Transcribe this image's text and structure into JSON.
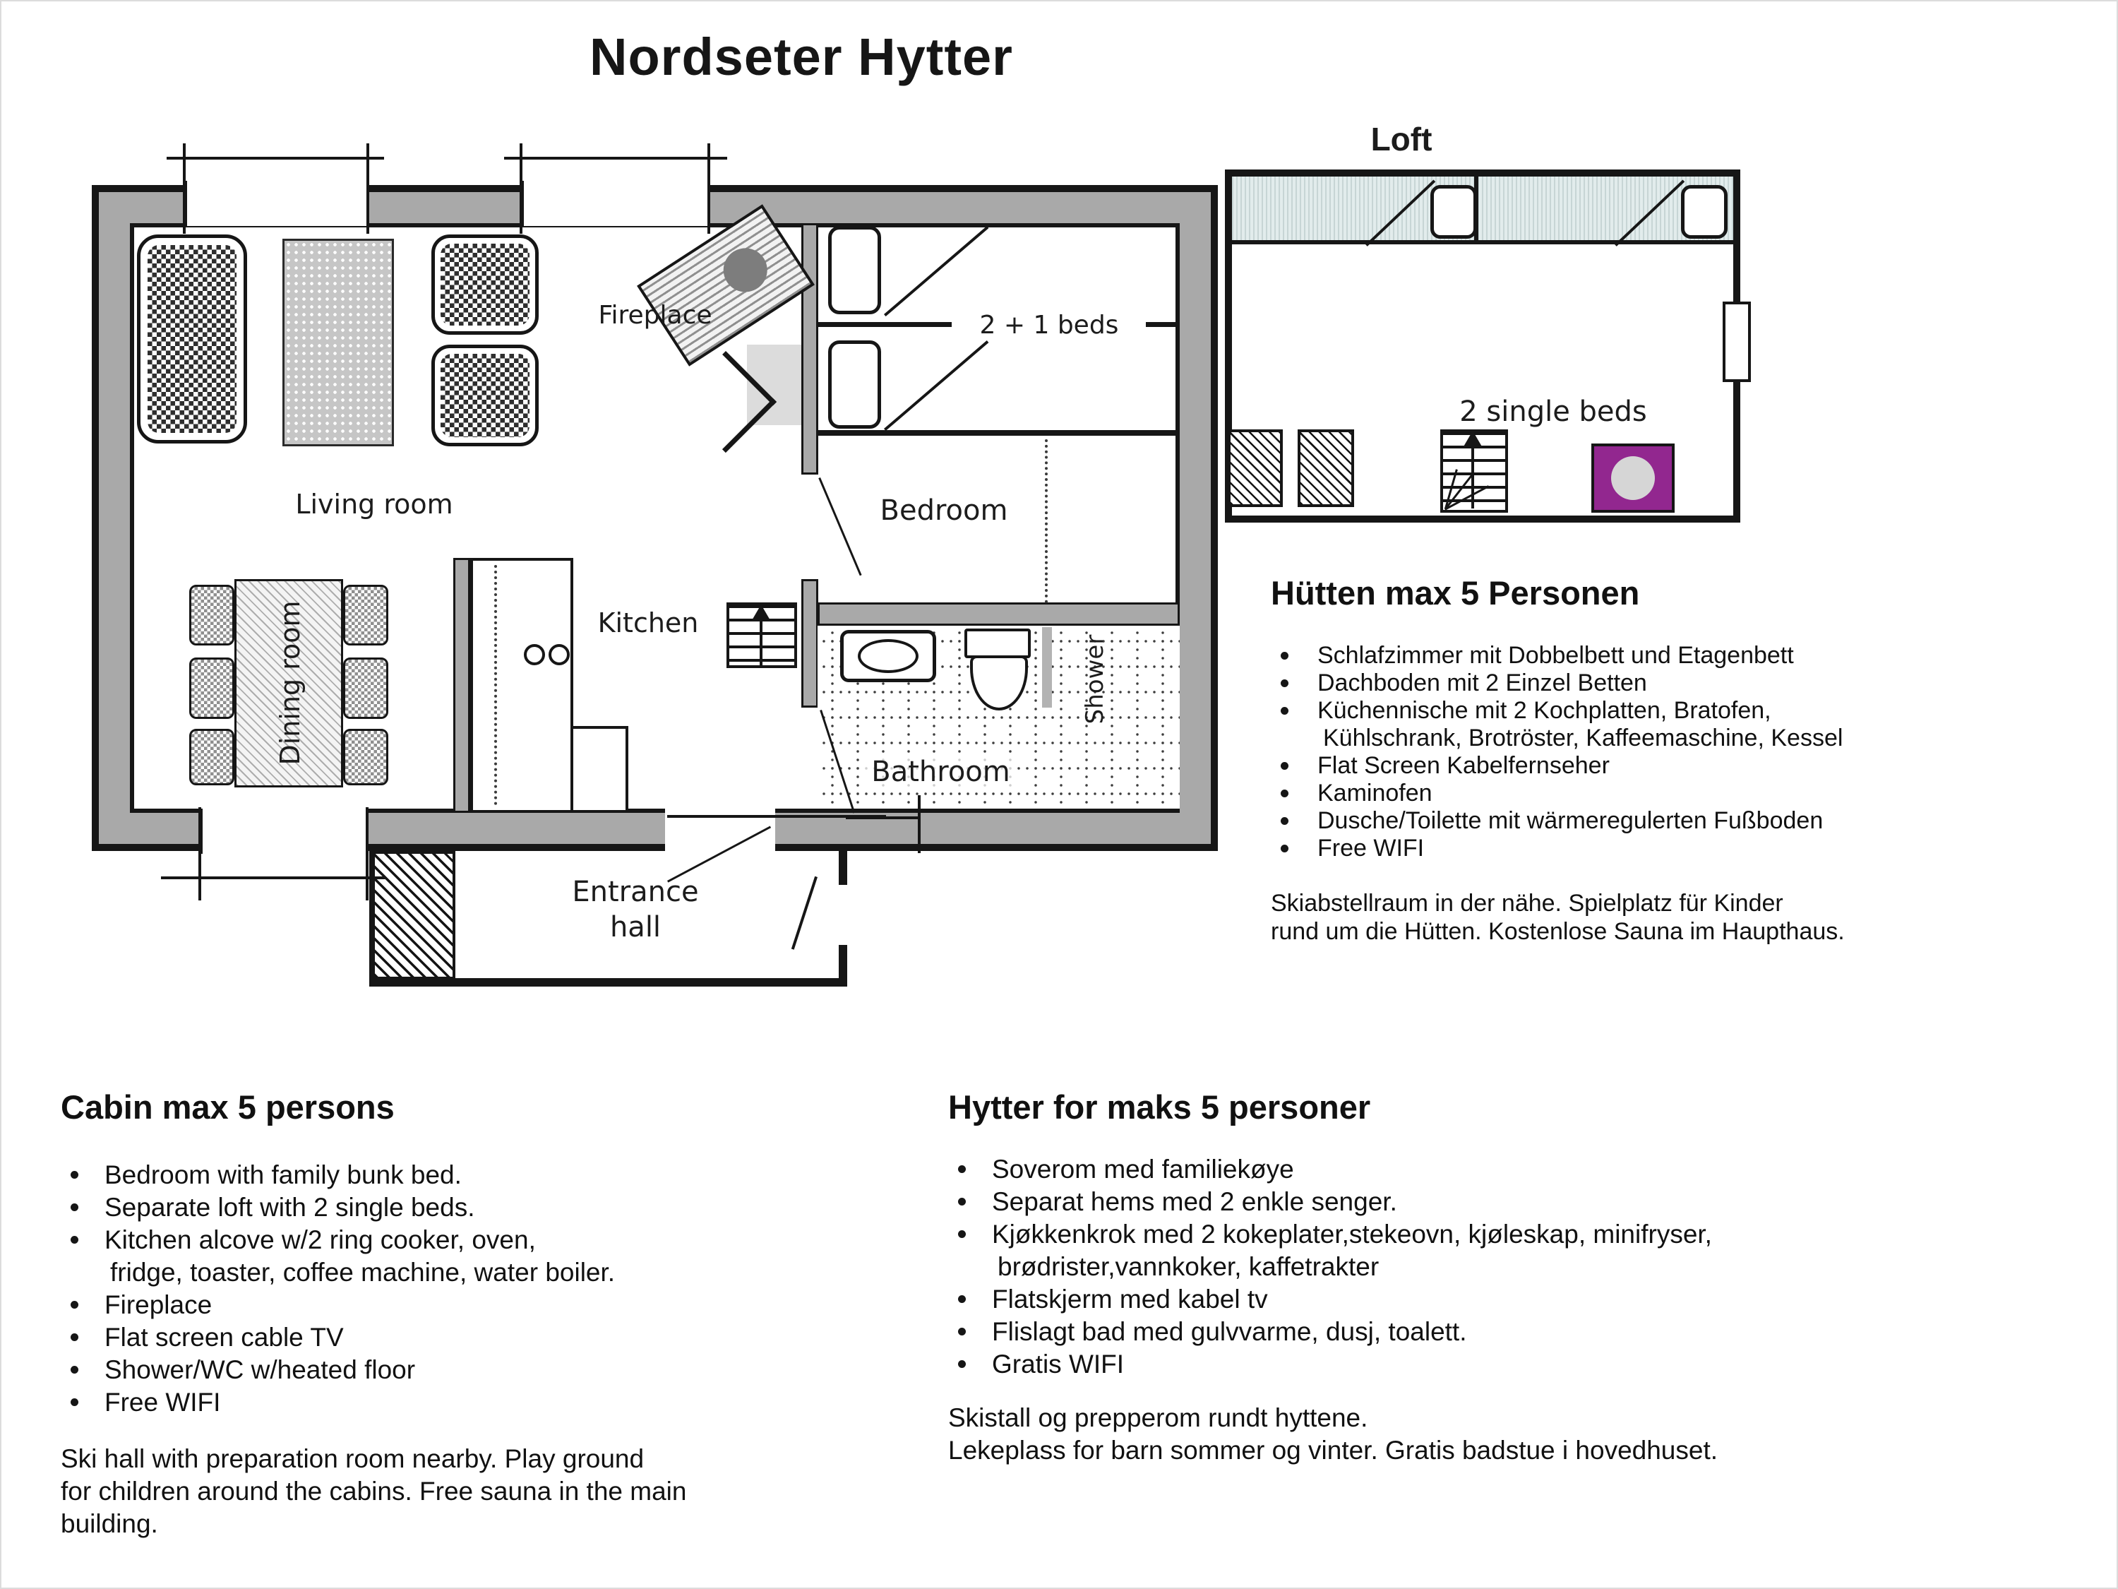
{
  "title": "Nordseter Hytter",
  "plan": {
    "living_room": "Living room",
    "dining_room": "Dining room",
    "kitchen": "Kitchen",
    "fireplace": "Fireplace",
    "beds_label": "2 + 1 beds",
    "bedroom": "Bedroom",
    "bathroom": "Bathroom",
    "shower": "Shower",
    "entrance_line1": "Entrance",
    "entrance_line2": "hall"
  },
  "loft": {
    "title": "Loft",
    "beds_label": "2 single beds"
  },
  "sections": {
    "german": {
      "heading": "Hütten max 5 Personen",
      "items": [
        {
          "text": "Schlafzimmer mit Dobbelbett und Etagenbett"
        },
        {
          "text": "Dachboden mit 2 Einzel Betten"
        },
        {
          "text": "Küchennische mit 2 Kochplatten, Bratofen,"
        },
        {
          "text": "Kühlschrank, Brotröster, Kaffeemaschine, Kessel"
        },
        {
          "text": "Flat Screen Kabelfernseher"
        },
        {
          "text": "Kaminofen"
        },
        {
          "text": "Dusche/Toilette mit wärmeregulerten Fußboden"
        },
        {
          "text": "Free WIFI"
        }
      ],
      "note_lines": [
        "Skiabstellraum in der nähe. Spielplatz für Kinder",
        "rund um die Hütten. Kostenlose Sauna im Haupthaus."
      ]
    },
    "english": {
      "heading": "Cabin max 5 persons",
      "items": [
        {
          "text": "Bedroom with family bunk bed."
        },
        {
          "text": "Separate loft with 2 single beds."
        },
        {
          "text": "Kitchen alcove w/2 ring cooker, oven,"
        },
        {
          "text": "fridge, toaster, coffee machine, water boiler."
        },
        {
          "text": "Fireplace"
        },
        {
          "text": "Flat screen cable TV"
        },
        {
          "text": "Shower/WC w/heated floor"
        },
        {
          "text": "Free WIFI"
        }
      ],
      "note_lines": [
        "Ski hall with preparation room nearby. Play ground",
        "for children around the cabins. Free sauna in the main",
        "building."
      ]
    },
    "norwegian": {
      "heading": "Hytter for maks 5 personer",
      "items": [
        {
          "text": "Soverom med familiekøye"
        },
        {
          "text": "Separat hems med 2 enkle senger."
        },
        {
          "text": "Kjøkkenkrok med 2 kokeplater,stekeovn, kjøleskap, minifryser,"
        },
        {
          "text": "brødrister,vannkoker, kaffetrakter"
        },
        {
          "text": "Flatskjerm med kabel tv"
        },
        {
          "text": "Flislagt bad med gulvvarme, dusj, toalett."
        },
        {
          "text": "Gratis WIFI"
        }
      ],
      "note_lines": [
        "Skistall og prepperom rundt hyttene.",
        "Lekeplass for barn sommer og vinter. Gratis badstue i hovedhuset."
      ]
    }
  },
  "colors": {
    "wall_gray": "#a9a9a9",
    "chimney_purple": "#92278f",
    "loft_bed_fill": "#e2ecec",
    "fireplace_gray": "#7d7d7d"
  }
}
